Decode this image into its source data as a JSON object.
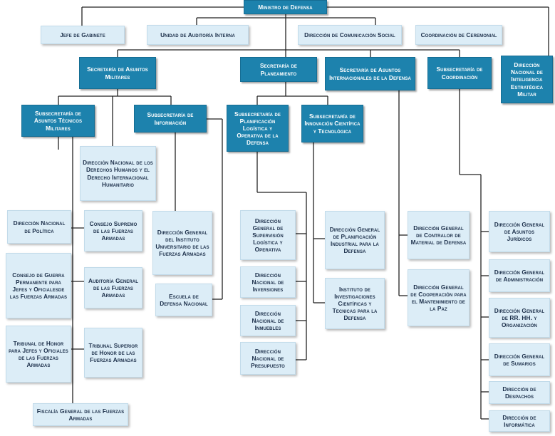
{
  "title": "Ministro de Defensa",
  "colors": {
    "dark_box": "#1d82ad",
    "light_box": "#dcedf7",
    "line": "#222222"
  },
  "top_units": [
    "Jefe de Gabinete",
    "Unidad de Auditoría Interna",
    "Dirección de Comunicación Social",
    "Coordinación de Ceremonial"
  ],
  "secretarias": [
    "Secretaría de Asuntos Militares",
    "Secretaría de Planeamiento",
    "Secretaría de Asuntos Internacionales de la Defensa",
    "Subsecretaría de Coordinación",
    "Dirección Nacional de Inteligencia Estratégica Militar"
  ],
  "subsecretarias": [
    "Subsecretaría de Asuntos Técnicos Militares",
    "Subsecretaría de Información",
    "Subsecretaría de Planificación Logística y Operativa de la Defensa",
    "Subsecretaría de Innovación Científica y Tecnológica"
  ],
  "direcciones": {
    "derechos_humanos": "Dirección Nacional de los Derechos Humanos y el Derecho Internacional Humanitario",
    "politica": "Dirección Nacional de Política",
    "consejo_guerra": "Consejo de Guerra Permanente para Jefes y Oficialesde las Fuerzas Armadas",
    "tribunal_honor": "Tribunal de Honor para Jefes y Oficiales de las Fuerzas Armadas",
    "consejo_supremo": "Consejo Supremo de las Fuerzas Armadas",
    "auditoria_general": "Auditoría General de las Fuerzas Armadas",
    "tribunal_superior": "Tribunal Superior de Honor de las Fuerzas Armadas",
    "fiscalia": "Fiscalía General de las Fuerzas Armadas",
    "instituto_universitario": "Dirección General del Instituto Universitario de las Fuerzas Armadas",
    "escuela_defensa": "Escuela de Defensa Nacional",
    "supervision_logistica": "Dirección General de Supervisión Logística y Operativa",
    "inversiones": "Dirección Nacional de Inversiones",
    "inmuebles": "Dirección Nacional de Inmuebles",
    "presupuesto": "Dirección Nacional de Presupuesto",
    "planificacion_industrial": "Dirección General de Planificación Industrial para la Defensa",
    "instituto_investigaciones": "Instituto de Investigaciones Científicas y Tecnicas para la Defensa",
    "contralor_material": "Dirección General de Contralor de Material de Defensa",
    "cooperacion_paz": "Dirección General de Cooperación para el Mantenimiento de la Paz",
    "asuntos_juridicos": "Dirección General de Asuntos Jurídicos",
    "administracion": "Dirección General de Administración",
    "rrhh": "Dirección General de RR. HH. y Organización",
    "sumarios": "Dirección General de Sumarios",
    "despachos": "Dirección de Despachos",
    "informatica": "Dirección de Informática"
  }
}
